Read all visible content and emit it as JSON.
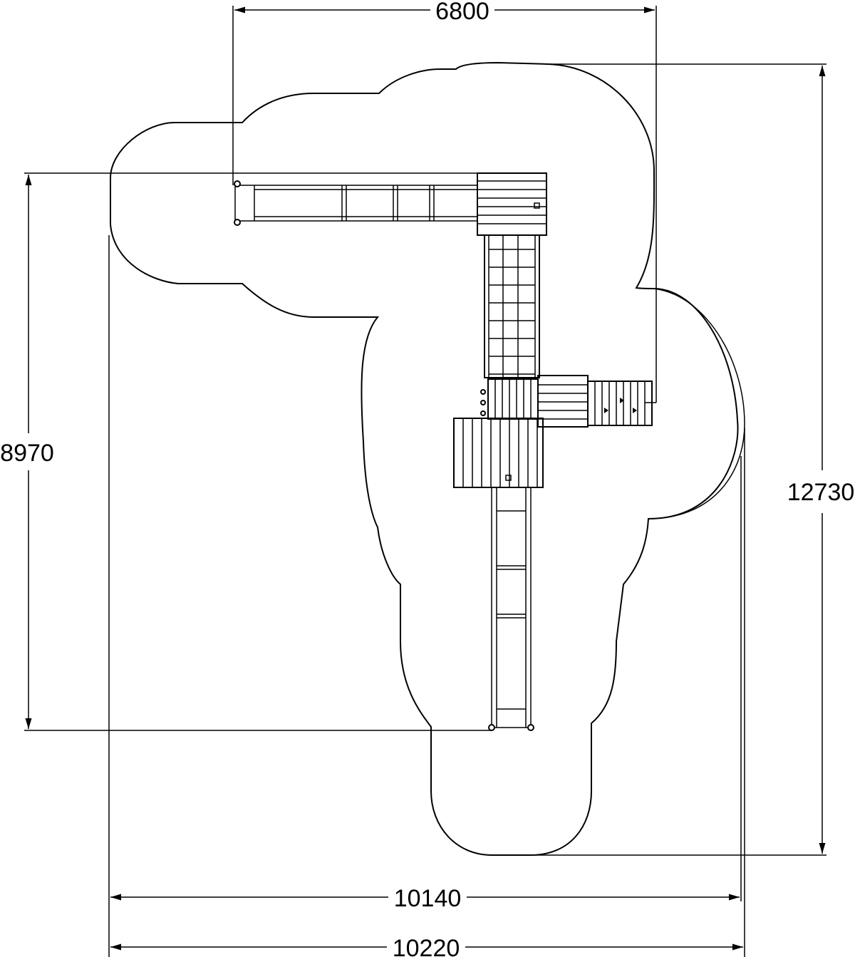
{
  "dimensions": {
    "top_width": "6800",
    "left_height": "8970",
    "right_height": "12730",
    "bottom_inner": "10140",
    "bottom_outer": "10220"
  },
  "colors": {
    "line": "#000000",
    "background": "#ffffff"
  }
}
